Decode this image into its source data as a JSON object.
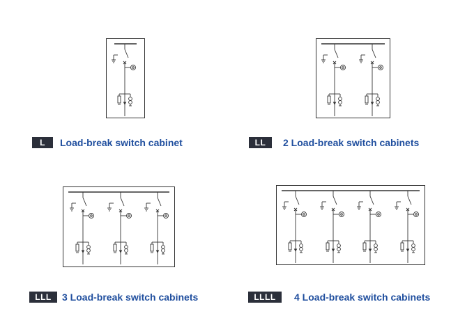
{
  "colors": {
    "line": "#333333",
    "badge_bg": "#2b2f3a",
    "badge_text": "#ffffff",
    "title": "#1f4e9e"
  },
  "panels": [
    {
      "code": "L",
      "title": "Load-break switch cabinet",
      "units": 1
    },
    {
      "code": "LL",
      "title": "2 Load-break switch cabinets",
      "units": 2
    },
    {
      "code": "LLL",
      "title": "3 Load-break switch cabinets",
      "units": 3
    },
    {
      "code": "LLLL",
      "title": "4 Load-break switch cabinets",
      "units": 4
    }
  ]
}
